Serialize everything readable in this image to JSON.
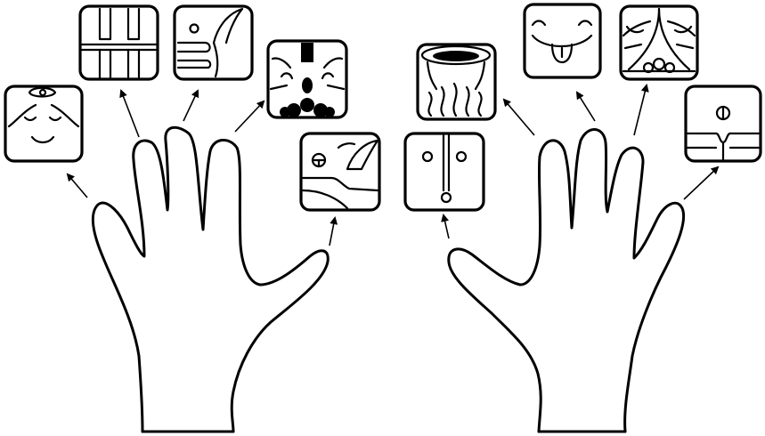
{
  "figure": {
    "background": "#ffffff",
    "stroke_color": "#000000",
    "hands": [
      "left-hand",
      "right-hand"
    ],
    "glyph_count": 10,
    "left_hand_glyphs": [
      "closed-eyes-face-glyph",
      "bars-glyph",
      "profile-face-glyph",
      "dark-eye-face-glyph",
      "circle-eye-glyph"
    ],
    "right_hand_glyphs": [
      "two-dot-face-glyph",
      "steaming-vessel-glyph",
      "tongue-face-glyph",
      "mountain-face-glyph",
      "split-face-glyph"
    ]
  }
}
